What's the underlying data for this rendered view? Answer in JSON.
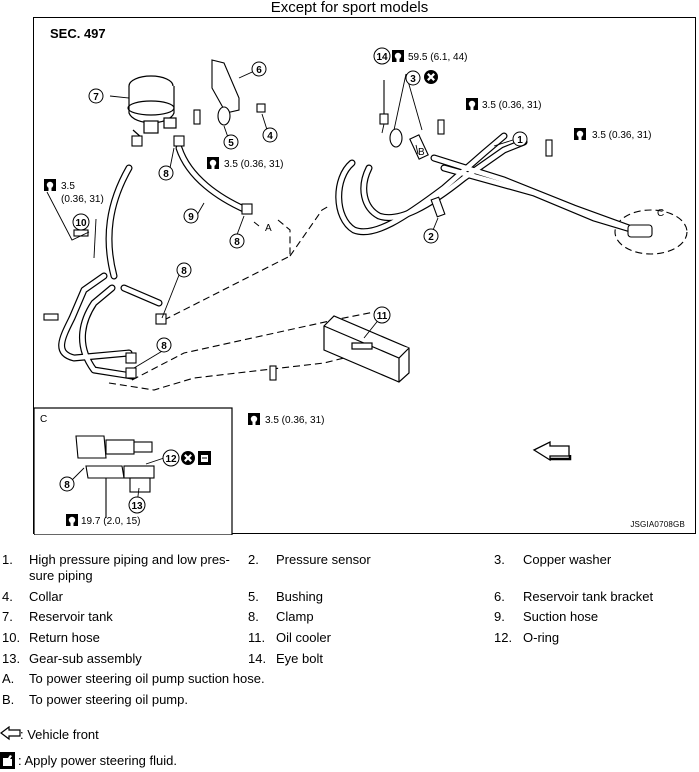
{
  "caption": "Except for sport models",
  "figure": {
    "section": "SEC. 497",
    "code": "JSGIA0708GB",
    "callouts": [
      "1",
      "2",
      "3",
      "4",
      "5",
      "6",
      "7",
      "8",
      "9",
      "10",
      "11",
      "12",
      "13",
      "14"
    ],
    "point_labels": [
      "A",
      "B",
      "C"
    ],
    "torques": {
      "eye_bolt": "59.5 (6.1, 44)",
      "a": "3.5 (0.36, 31)",
      "b": "3.5 (0.36, 31)",
      "c": "3.5 (0.36, 31)",
      "d_value": "3.5",
      "d_sub": "(0.36, 31)",
      "e": "3.5 (0.36, 31)",
      "inset": "19.7 (2.0, 15)"
    },
    "inset_label": "C"
  },
  "legend": [
    {
      "num": "1.",
      "text": "High pressure piping and low pressure piping"
    },
    {
      "num": "2.",
      "text": "Pressure sensor"
    },
    {
      "num": "3.",
      "text": "Copper washer"
    },
    {
      "num": "4.",
      "text": "Collar"
    },
    {
      "num": "5.",
      "text": "Bushing"
    },
    {
      "num": "6.",
      "text": "Reservoir tank bracket"
    },
    {
      "num": "7.",
      "text": "Reservoir tank"
    },
    {
      "num": "8.",
      "text": "Clamp"
    },
    {
      "num": "9.",
      "text": "Suction hose"
    },
    {
      "num": "10.",
      "text": "Return hose"
    },
    {
      "num": "11.",
      "text": "Oil cooler"
    },
    {
      "num": "12.",
      "text": "O-ring"
    },
    {
      "num": "13.",
      "text": "Gear-sub assembly"
    },
    {
      "num": "14.",
      "text": "Eye bolt"
    }
  ],
  "legend_line1a": "High pressure piping and low pres-",
  "legend_line1b": "sure piping",
  "notes": [
    {
      "num": "A.",
      "text": "To power steering oil pump suction hose."
    },
    {
      "num": "B.",
      "text": "To power steering oil pump."
    }
  ],
  "symbols": [
    {
      "icon": "vehicle-front-arrow-icon",
      "text": ": Vehicle front"
    },
    {
      "icon": "power-steering-fluid-can-icon",
      "text": ": Apply power steering fluid."
    }
  ]
}
